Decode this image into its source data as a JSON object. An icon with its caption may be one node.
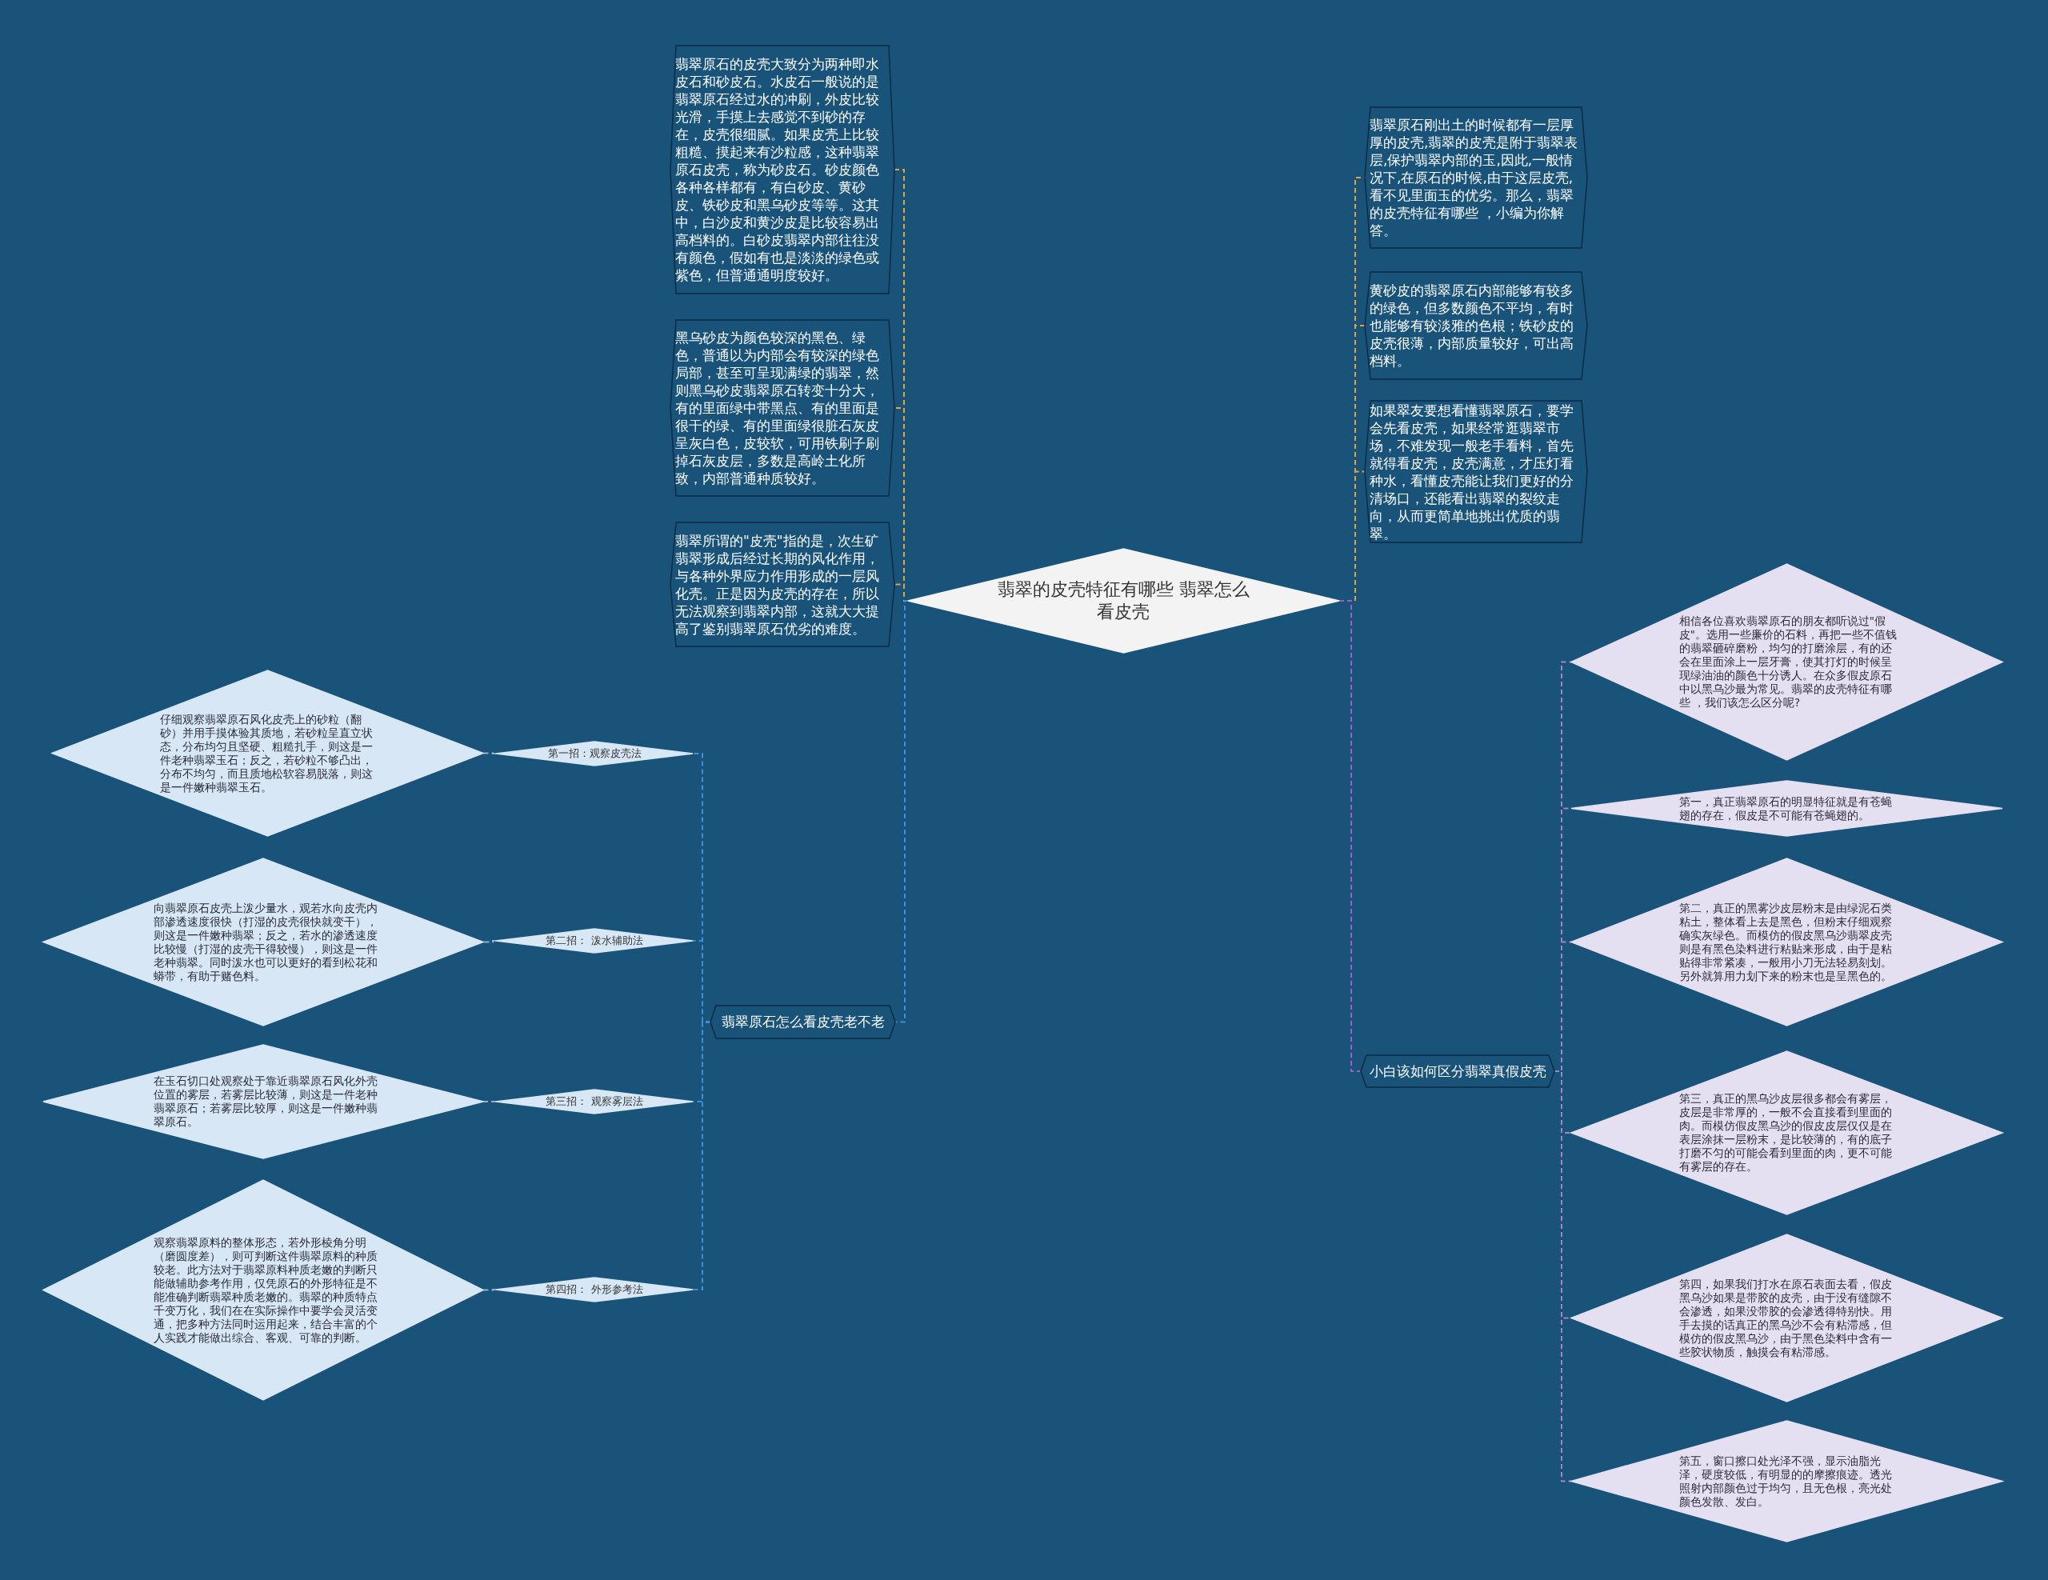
{
  "diagram": {
    "nodes": [
      {
        "text": [
          "翡翠的皮壳特征有哪些 翡翠怎么看皮壳"
        ]
      },
      {
        "text": [
          "翡翠原石的皮壳大致分为两种即水皮石和砂皮石。水皮石一般说的是翡翠原石经过水的冲刷，外皮比较光滑，手摸上去感觉不到砂的存在，皮壳很细腻。如果皮壳上比较粗糙、摸起来有沙粒感，这种翡翠原石皮壳，称为砂皮石。砂皮颜色各种各样都有，有白砂皮、黄砂皮、铁砂皮和黑乌砂皮等等。这其中，白沙皮和黄沙皮是比较容易出高档料的。白砂皮翡翠内部往往没有颜色，假如有也是淡淡的绿色或紫色，但普通通明度较好。"
        ]
      },
      {
        "text": [
          "黑乌砂皮为颜色较深的黑色、绿色，普通以为内部会有较深的绿色局部，甚至可呈现满绿的翡翠，然则黑乌砂皮翡翠原石转变十分大，有的里面绿中带黑点、有的里面是很干的绿、有的里面绿很脏石灰皮呈灰白色，皮较软，可用铁刷子刷掉石灰皮层，多数是高岭土化所致，内部普通种质较好。"
        ]
      },
      {
        "text": [
          "翡翠所谓的\"皮壳\"指的是，次生矿翡翠形成后经过长期的风化作用，与各种外界应力作用形成的一层风化壳。正是因为皮壳的存在，所以无法观察到翡翠内部，这就大大提高了鉴别翡翠原石优劣的难度。"
        ]
      },
      {
        "text": [
          "翡翠原石刚出土的时候都有一层厚厚的皮壳,翡翠的皮壳是附于翡翠表层,保护翡翠内部的玉,因此,一般情况下,在原石的时候,由于这层皮壳,看不见里面玉的优劣。那么，翡翠的皮壳特征有哪些 ，小编为你解答。"
        ]
      },
      {
        "text": [
          "黄砂皮的翡翠原石内部能够有较多的绿色，但多数颜色不平均，有时也能够有较淡雅的色根；铁砂皮的皮壳很薄，内部质量较好，可出高档料。"
        ]
      },
      {
        "text": [
          "如果翠友要想看懂翡翠原石，要学会先看皮壳，如果经常逛翡翠市场，不难发现一般老手看料，首先就得看皮壳，皮壳满意，才压灯看种水，看懂皮壳能让我们更好的分清场口，还能看出翡翠的裂纹走向，从而更简单地挑出优质的翡翠。"
        ]
      },
      {
        "text": [
          "翡翠原石怎么看皮壳老不老"
        ]
      },
      {
        "text": [
          "第一招：观察皮壳法"
        ]
      },
      {
        "text": [
          "仔细观察翡翠原石风化皮壳上的砂粒（翻砂）并用手摸体验其质地，若砂粒呈直立状态，分布均匀且坚硬、粗糙扎手，则这是一件老种翡翠玉石；反之，若砂粒不够凸出，分布不均匀，而且质地松软容易脱落，则这是一件嫩种翡翠玉石。"
        ]
      },
      {
        "text": [
          "第二招： 泼水辅助法"
        ]
      },
      {
        "text": [
          "向翡翠原石皮壳上泼少量水，观若水向皮壳内部渗透速度很快（打湿的皮壳很快就变干），则这是一件嫩种翡翠；反之，若水的渗透速度比较慢（打湿的皮壳干得较慢），则这是一件老种翡翠。同时泼水也可以更好的看到松花和蟒带，有助于赌色料。"
        ]
      },
      {
        "text": [
          "第三招： 观察雾层法"
        ]
      },
      {
        "text": [
          "在玉石切口处观察处于靠近翡翠原石风化外壳位置的雾层，若雾层比较薄，则这是一件老种翡翠原石；若雾层比较厚，则这是一件嫩种翡翠原石。"
        ]
      },
      {
        "text": [
          "第四招： 外形参考法"
        ]
      },
      {
        "text": [
          "观察翡翠原料的整体形态，若外形棱角分明（磨圆度差），则可判断这件翡翠原料的种质较老。此方法对于翡翠原料种质老嫩的判断只能做辅助参考作用，仅凭原石的外形特征是不能准确判断翡翠种质老嫩的。翡翠的种质特点千变万化，我们在在实际操作中要学会灵活变通，把多种方法同时运用起来，结合丰富的个人实践才能做出综合、客观、可靠的判断。"
        ]
      },
      {
        "text": [
          "小白该如何区分翡翠真假皮壳"
        ]
      },
      {
        "text": [
          "相信各位喜欢翡翠原石的朋友都听说过\"假皮\"。选用一些廉价的石料，再把一些不值钱的翡翠砸碎磨粉，均匀的打磨涂层，有的还会在里面涂上一层牙膏，使其打灯的时候呈现绿油油的颜色十分诱人。在众多假皮原石中以黑乌沙最为常见。翡翠的皮壳特征有哪些 ，我们该怎么区分呢?"
        ]
      },
      {
        "text": [
          "第一，真正翡翠原石的明显特征就是有苍蝇翅的存在，假皮是不可能有苍蝇翅的。"
        ]
      },
      {
        "text": [
          "第二，真正的黑雾沙皮层粉末是由绿泥石类粘土，整体看上去是黑色，但粉末仔细观察确实灰绿色。而模仿的假皮黑乌沙翡翠皮壳则是有黑色染料进行粘贴来形成，由于是粘贴得非常紧凑，一般用小刀无法轻易刻划。另外就算用力划下来的粉末也是呈黑色的。"
        ]
      },
      {
        "text": [
          "第三，真正的黑乌沙皮层很多都会有雾层，皮层是非常厚的，一般不会直接看到里面的肉。而模仿假皮黑乌沙的假皮皮层仅仅是在表层涂抹一层粉末，是比较薄的，有的底子打磨不匀的可能会看到里面的肉，更不可能有雾层的存在。"
        ]
      },
      {
        "text": [
          "第四，如果我们打水在原石表面去看，假皮黑乌沙如果是带胶的皮壳，由于没有缝隙不会渗透，如果没带胶的会渗透得特别快。用手去摸的话真正的黑乌沙不会有粘滞感，但模仿的假皮黑乌沙，由于黑色染料中含有一些胶状物质，触摸会有粘滞感。"
        ]
      },
      {
        "text": [
          "第五，窗口擦口处光泽不强，显示油脂光泽，硬度较低，有明显的的摩擦痕迹。透光照射内部颜色过于均匀，且无色根，亮光处颜色发散、发白。"
        ]
      }
    ],
    "edges": [
      {
        "from": 0,
        "to": 1,
        "arrow": "none",
        "style": "dashed",
        "color": "#e0a43a"
      },
      {
        "from": 0,
        "to": 2,
        "arrow": "none",
        "style": "dashed",
        "color": "#e0a43a"
      },
      {
        "from": 0,
        "to": 3,
        "arrow": "none",
        "style": "dashed",
        "color": "#e0a43a"
      },
      {
        "from": 0,
        "to": 4,
        "arrow": "none",
        "style": "dashed",
        "color": "#e0a43a"
      },
      {
        "from": 0,
        "to": 5,
        "arrow": "none",
        "style": "dashed",
        "color": "#e0a43a"
      },
      {
        "from": 0,
        "to": 6,
        "arrow": "none",
        "style": "dashed",
        "color": "#e0a43a"
      },
      {
        "from": 0,
        "to": 7,
        "arrow": "none",
        "style": "dashed",
        "color": "#3f8fd8"
      },
      {
        "from": 7,
        "to": 8,
        "arrow": "none",
        "style": "dashed",
        "color": "#3f8fd8"
      },
      {
        "from": 8,
        "to": 9,
        "arrow": "none",
        "style": "dashed",
        "color": "#8fb2d0"
      },
      {
        "from": 7,
        "to": 10,
        "arrow": "none",
        "style": "dashed",
        "color": "#3f8fd8"
      },
      {
        "from": 10,
        "to": 11,
        "arrow": "none",
        "style": "dashed",
        "color": "#8fb2d0"
      },
      {
        "from": 7,
        "to": 12,
        "arrow": "none",
        "style": "dashed",
        "color": "#3f8fd8"
      },
      {
        "from": 12,
        "to": 13,
        "arrow": "none",
        "style": "dashed",
        "color": "#8fb2d0"
      },
      {
        "from": 7,
        "to": 14,
        "arrow": "none",
        "style": "dashed",
        "color": "#3f8fd8"
      },
      {
        "from": 14,
        "to": 15,
        "arrow": "none",
        "style": "dashed",
        "color": "#8fb2d0"
      },
      {
        "from": 0,
        "to": 16,
        "arrow": "none",
        "style": "dashed",
        "color": "#a25cc8"
      },
      {
        "from": 16,
        "to": 17,
        "arrow": "none",
        "style": "dashed",
        "color": "#9f86cc"
      },
      {
        "from": 16,
        "to": 18,
        "arrow": "none",
        "style": "dashed",
        "color": "#9f86cc"
      },
      {
        "from": 16,
        "to": 19,
        "arrow": "none",
        "style": "dashed",
        "color": "#9f86cc"
      },
      {
        "from": 16,
        "to": 20,
        "arrow": "none",
        "style": "dashed",
        "color": "#9f86cc"
      },
      {
        "from": 16,
        "to": 21,
        "arrow": "none",
        "style": "dashed",
        "color": "#9f86cc"
      },
      {
        "from": 16,
        "to": 22,
        "arrow": "none",
        "style": "dashed",
        "color": "#9f86cc"
      }
    ]
  }
}
